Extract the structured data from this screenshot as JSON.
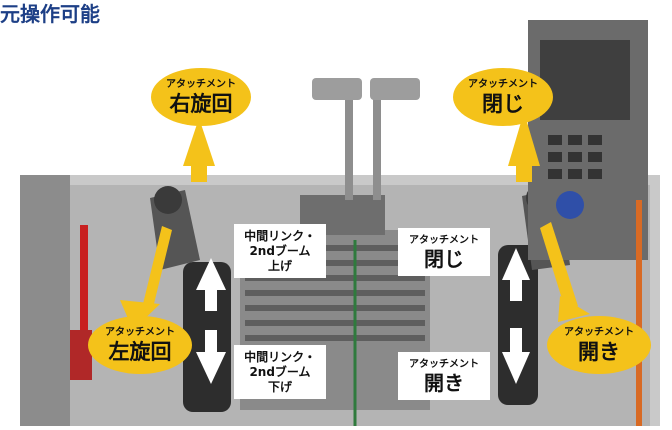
{
  "heading": "元操作可能",
  "bubbles": {
    "top_left": {
      "sub": "アタッチメント",
      "main": "右旋回"
    },
    "top_right": {
      "sub": "アタッチメント",
      "main": "閉じ"
    },
    "bottom_left": {
      "sub": "アタッチメント",
      "main": "左旋回"
    },
    "bottom_right": {
      "sub": "アタッチメント",
      "main": "開き"
    }
  },
  "labels": {
    "center_left_upper": {
      "line1": "中間リンク・",
      "line2": "2ndブーム",
      "line3": "上げ"
    },
    "center_left_lower": {
      "line1": "中間リンク・",
      "line2": "2ndブーム",
      "line3": "下げ"
    },
    "center_right_upper": {
      "sub": "アタッチメント",
      "main": "閉じ"
    },
    "center_right_lower": {
      "sub": "アタッチメント",
      "main": "開き"
    }
  },
  "colors": {
    "accent_yellow": "#f4c21a",
    "heading_blue": "#1d3f86",
    "arrow_white": "#ffffff",
    "cab_gray": "#9a9a9a"
  }
}
